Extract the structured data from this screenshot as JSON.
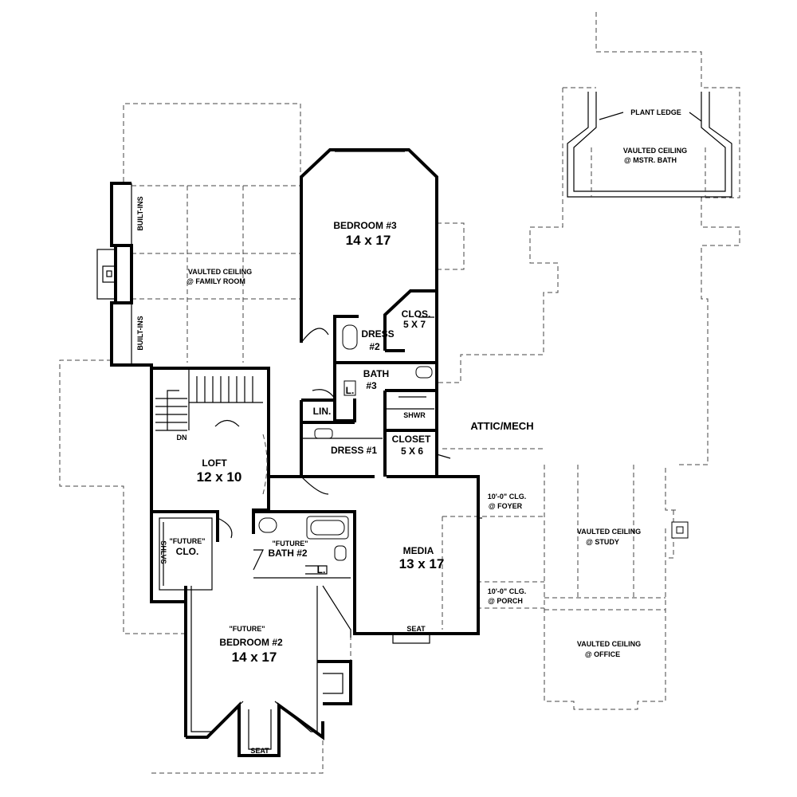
{
  "rooms": {
    "bedroom3": {
      "name": "BEDROOM #3",
      "size": "14 x 17"
    },
    "clos": {
      "name": "CLOS.",
      "size": "5 X 7"
    },
    "dress2": {
      "name": "DRESS",
      "num": "#2"
    },
    "bath3": {
      "name": "BATH",
      "num": "#3"
    },
    "lin": {
      "name": "LIN."
    },
    "shwr": {
      "name": "SHWR"
    },
    "dress1": {
      "name": "DRESS #1"
    },
    "closet": {
      "name": "CLOSET",
      "size": "5 X 6"
    },
    "loft": {
      "name": "LOFT",
      "size": "12 x 10"
    },
    "future_clo": {
      "future": "\"FUTURE\"",
      "name": "CLO."
    },
    "future_bath2": {
      "future": "\"FUTURE\"",
      "name": "BATH #2"
    },
    "media": {
      "name": "MEDIA",
      "size": "13 x 17"
    },
    "future_bedroom2": {
      "future": "\"FUTURE\"",
      "name": "BEDROOM #2",
      "size": "14 x 17"
    }
  },
  "labels": {
    "attic": "ATTIC/MECH",
    "builtins_top": "BUILT-INS",
    "builtins_bottom": "BUILT-INS",
    "shlvs": "SHLVS",
    "dn": "DN",
    "seat_media": "SEAT",
    "seat_bedroom2": "SEAT",
    "l_bath3": "L.",
    "l_bath2": "L.",
    "plant_ledge": "PLANT LEDGE",
    "vaulted_family_1": "VAULTED CEILING",
    "vaulted_family_2": "@ FAMILY ROOM",
    "vaulted_mstr_1": "VAULTED CEILING",
    "vaulted_mstr_2": "@ MSTR. BATH",
    "vaulted_study_1": "VAULTED CEILING",
    "vaulted_study_2": "@ STUDY",
    "vaulted_office_1": "VAULTED CEILING",
    "vaulted_office_2": "@ OFFICE",
    "clg_foyer_1": "10'-0\" CLG.",
    "clg_foyer_2": "@ FOYER",
    "clg_porch_1": "10'-0\" CLG.",
    "clg_porch_2": "@ PORCH"
  }
}
